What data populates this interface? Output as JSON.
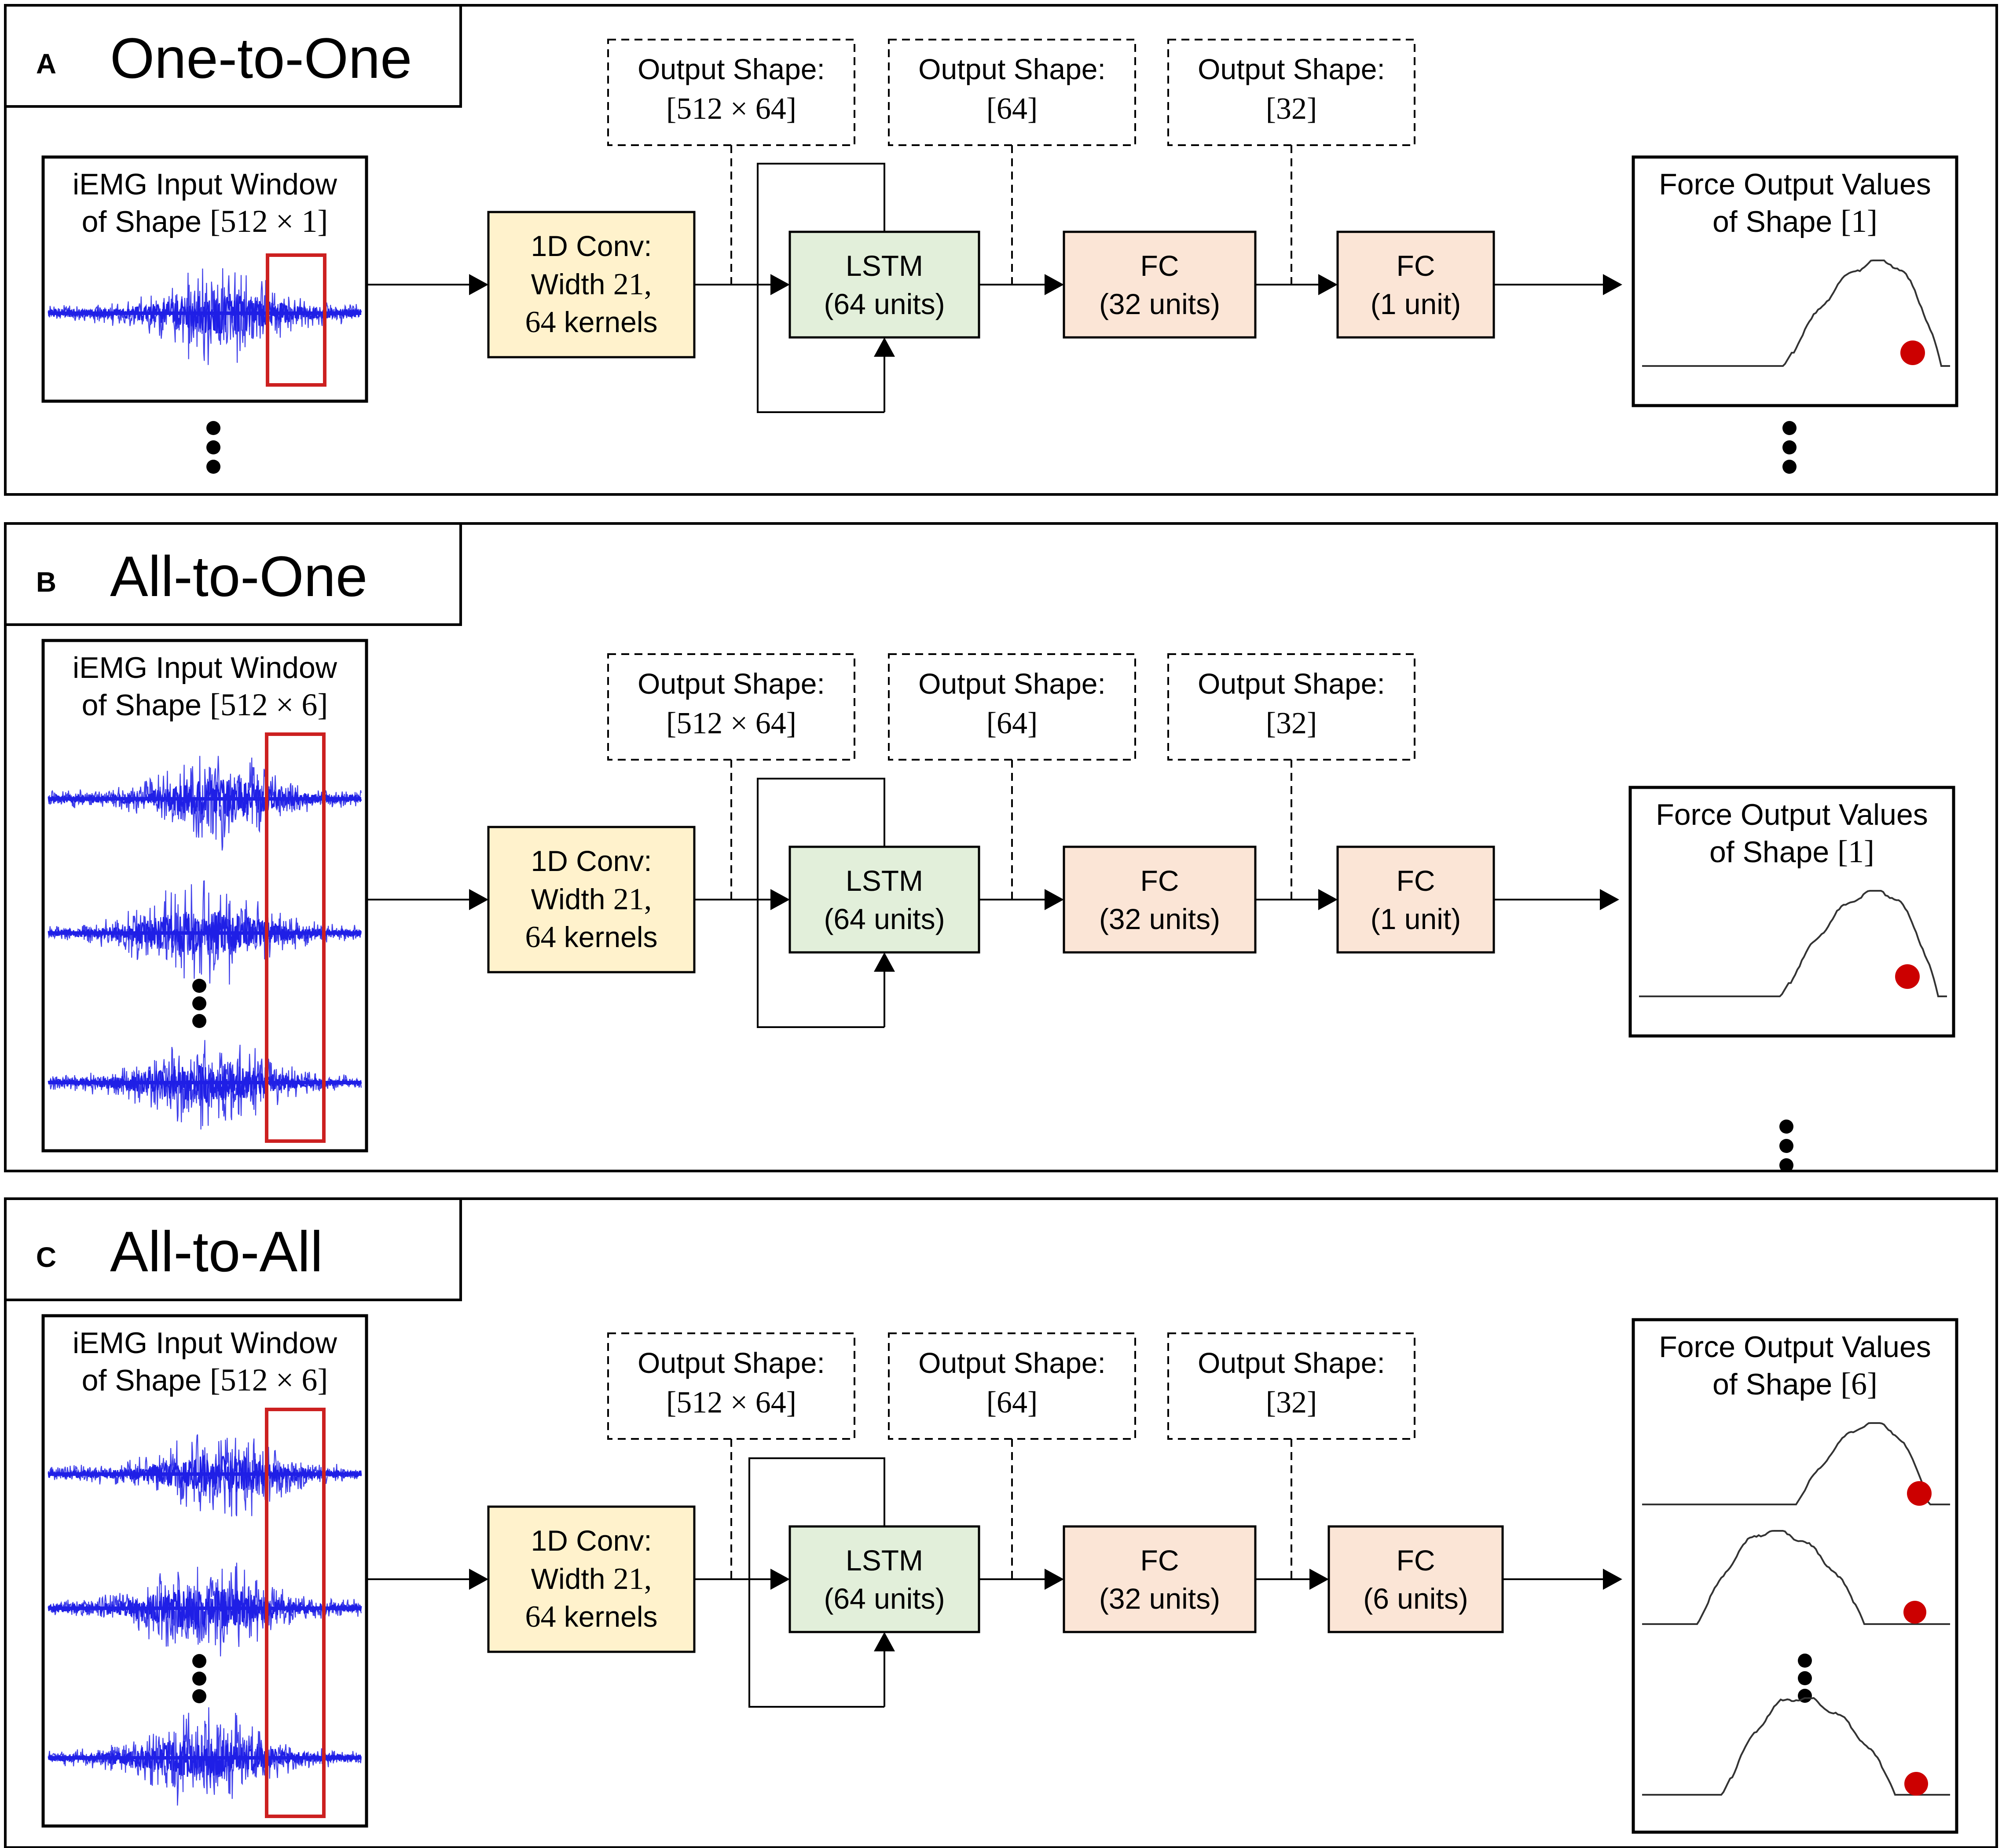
{
  "colors": {
    "conv": "#fff2cc",
    "lstm": "#e2efda",
    "fc": "#fbe5d6",
    "signal": "#1f1fe6",
    "window": "#cc2020",
    "dot": "#cc0000"
  },
  "icons": [
    "vertical-ellipsis-icon",
    "red-dot-marker-icon",
    "arrow-right-icon",
    "arrow-up-icon"
  ],
  "panels": [
    {
      "letter": "A",
      "title": "One-to-One",
      "input": {
        "line1": "iEMG Input Window",
        "line2a": "of Shape ",
        "line2b": "[512 × 1]",
        "channels": 1
      },
      "output_shapes": [
        {
          "label": "Output Shape:",
          "value": "[512 × 64]"
        },
        {
          "label": "Output Shape:",
          "value": "[64]"
        },
        {
          "label": "Output Shape:",
          "value": "[32]"
        }
      ],
      "conv": {
        "line1": "1D Conv:",
        "line2a": "Width ",
        "line2b": "21,",
        "line3a": "64",
        "line3b": " kernels"
      },
      "lstm": {
        "line1": "LSTM",
        "line2": "(64 units)"
      },
      "fc1": {
        "line1": "FC",
        "line2": "(32 units)"
      },
      "fc2": {
        "line1": "FC",
        "line2": "(1 unit)"
      },
      "output": {
        "line1": "Force Output Values",
        "line2a": "of Shape ",
        "line2b": "[1]",
        "channels": 1
      }
    },
    {
      "letter": "B",
      "title": "All-to-One",
      "input": {
        "line1": "iEMG Input Window",
        "line2a": "of Shape ",
        "line2b": "[512 × 6]",
        "channels": 6
      },
      "output_shapes": [
        {
          "label": "Output Shape:",
          "value": "[512 × 64]"
        },
        {
          "label": "Output Shape:",
          "value": "[64]"
        },
        {
          "label": "Output Shape:",
          "value": "[32]"
        }
      ],
      "conv": {
        "line1": "1D Conv:",
        "line2a": "Width ",
        "line2b": "21,",
        "line3a": "64",
        "line3b": " kernels"
      },
      "lstm": {
        "line1": "LSTM",
        "line2": "(64 units)"
      },
      "fc1": {
        "line1": "FC",
        "line2": "(32 units)"
      },
      "fc2": {
        "line1": "FC",
        "line2": "(1 unit)"
      },
      "output": {
        "line1": "Force Output Values",
        "line2a": "of Shape ",
        "line2b": "[1]",
        "channels": 1
      }
    },
    {
      "letter": "C",
      "title": "All-to-All",
      "input": {
        "line1": "iEMG Input Window",
        "line2a": "of Shape ",
        "line2b": "[512 × 6]",
        "channels": 6
      },
      "output_shapes": [
        {
          "label": "Output Shape:",
          "value": "[512 × 64]"
        },
        {
          "label": "Output Shape:",
          "value": "[64]"
        },
        {
          "label": "Output Shape:",
          "value": "[32]"
        }
      ],
      "conv": {
        "line1": "1D Conv:",
        "line2a": "Width ",
        "line2b": "21,",
        "line3a": "64",
        "line3b": " kernels"
      },
      "lstm": {
        "line1": "LSTM",
        "line2": "(64 units)"
      },
      "fc1": {
        "line1": "FC",
        "line2": "(32 units)"
      },
      "fc2": {
        "line1": "FC",
        "line2": "(6 units)"
      },
      "output": {
        "line1": "Force Output Values",
        "line2a": "of Shape ",
        "line2b": "[6]",
        "channels": 6
      }
    }
  ]
}
